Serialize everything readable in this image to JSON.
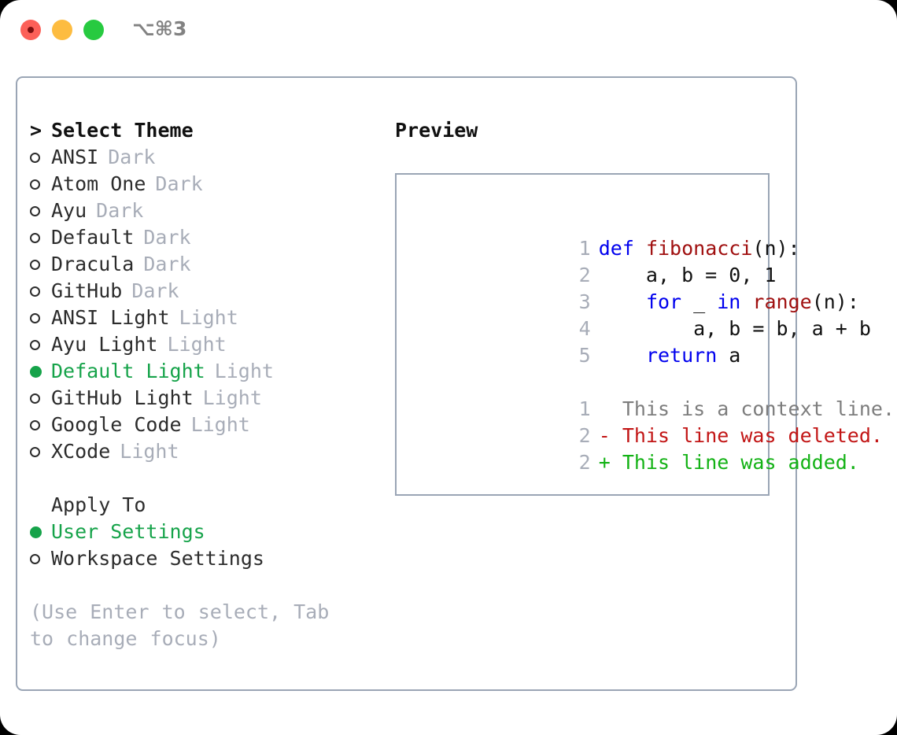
{
  "window": {
    "shortcut_label": "⌥⌘3",
    "traffic_lights": [
      {
        "name": "close",
        "color": "#fc6058"
      },
      {
        "name": "minimize",
        "color": "#fdbc40"
      },
      {
        "name": "zoom",
        "color": "#27ca40"
      }
    ]
  },
  "theme_list": {
    "header_marker": ">",
    "header_label": "Select Theme",
    "items": [
      {
        "marker": "○",
        "label": "ANSI",
        "tag": "Dark",
        "selected": false
      },
      {
        "marker": "○",
        "label": "Atom One",
        "tag": "Dark",
        "selected": false
      },
      {
        "marker": "○",
        "label": "Ayu",
        "tag": "Dark",
        "selected": false
      },
      {
        "marker": "○",
        "label": "Default",
        "tag": "Dark",
        "selected": false
      },
      {
        "marker": "○",
        "label": "Dracula",
        "tag": "Dark",
        "selected": false
      },
      {
        "marker": "○",
        "label": "GitHub",
        "tag": "Dark",
        "selected": false
      },
      {
        "marker": "○",
        "label": "ANSI Light",
        "tag": "Light",
        "selected": false
      },
      {
        "marker": "○",
        "label": "Ayu Light",
        "tag": "Light",
        "selected": false
      },
      {
        "marker": "●",
        "label": "Default Light",
        "tag": "Light",
        "selected": true
      },
      {
        "marker": "○",
        "label": "GitHub Light",
        "tag": "Light",
        "selected": false
      },
      {
        "marker": "○",
        "label": "Google Code",
        "tag": "Light",
        "selected": false
      },
      {
        "marker": "○",
        "label": "XCode",
        "tag": "Light",
        "selected": false
      }
    ]
  },
  "apply_to": {
    "title": "Apply To",
    "options": [
      {
        "marker": "●",
        "label": "User Settings",
        "selected": true
      },
      {
        "marker": "○",
        "label": "Workspace Settings",
        "selected": false
      }
    ]
  },
  "hint": "(Use Enter to select, Tab to change focus)",
  "preview": {
    "title": "Preview",
    "code_lines": [
      {
        "number": "1",
        "segments": [
          {
            "text": "def ",
            "kind": "kw"
          },
          {
            "text": "fibonacci",
            "kind": "fn"
          },
          {
            "text": "(n):",
            "kind": "pl"
          }
        ]
      },
      {
        "number": "2",
        "segments": [
          {
            "text": "    a, b = 0, 1",
            "kind": "pl"
          }
        ]
      },
      {
        "number": "3",
        "segments": [
          {
            "text": "    ",
            "kind": "pl"
          },
          {
            "text": "for",
            "kind": "kw"
          },
          {
            "text": " _ ",
            "kind": "pl"
          },
          {
            "text": "in",
            "kind": "kw"
          },
          {
            "text": " ",
            "kind": "pl"
          },
          {
            "text": "range",
            "kind": "fn"
          },
          {
            "text": "(n):",
            "kind": "pl"
          }
        ]
      },
      {
        "number": "4",
        "segments": [
          {
            "text": "        a, b = b, a + b",
            "kind": "pl"
          }
        ]
      },
      {
        "number": "5",
        "segments": [
          {
            "text": "    ",
            "kind": "pl"
          },
          {
            "text": "return",
            "kind": "kw"
          },
          {
            "text": " a",
            "kind": "pl"
          }
        ]
      }
    ],
    "diff_lines": [
      {
        "number": "1",
        "sign": " ",
        "text": " This is a context line.",
        "kind": "ctx"
      },
      {
        "number": "2",
        "sign": "-",
        "text": " This line was deleted.",
        "kind": "del"
      },
      {
        "number": "2",
        "sign": "+",
        "text": " This line was added.",
        "kind": "add"
      }
    ]
  },
  "colors": {
    "accent_green": "#16a34a",
    "muted_gray": "#a8adb8",
    "border": "#9aa5b5",
    "keyword_blue": "#0000ee",
    "function_red": "#a01010",
    "diff_added": "#13b215",
    "diff_deleted": "#c21515",
    "shortcut_gray": "#828282"
  }
}
